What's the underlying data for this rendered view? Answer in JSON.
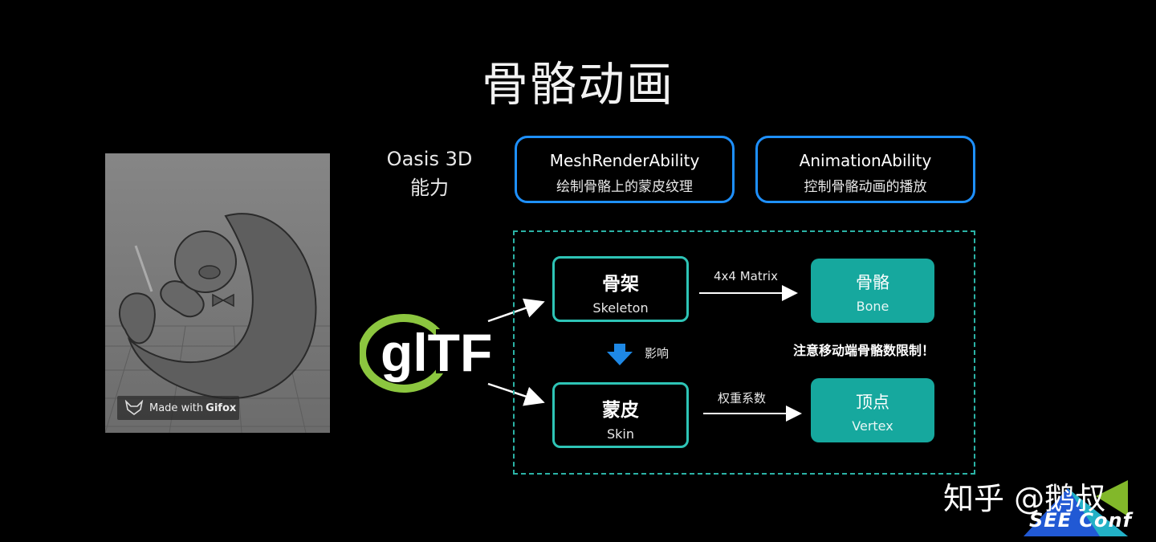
{
  "slide": {
    "title": "骨骼动画",
    "oasis_line1": "Oasis 3D",
    "oasis_line2": "能力"
  },
  "abilities": [
    {
      "name": "MeshRenderAbility",
      "desc": "绘制骨骼上的蒙皮纹理"
    },
    {
      "name": "AnimationAbility",
      "desc": "控制骨骼动画的播放"
    }
  ],
  "diagram": {
    "skeleton": {
      "zh": "骨架",
      "en": "Skeleton"
    },
    "skin": {
      "zh": "蒙皮",
      "en": "Skin"
    },
    "bone": {
      "zh": "骨骼",
      "en": "Bone"
    },
    "vertex": {
      "zh": "顶点",
      "en": "Vertex"
    },
    "matrix_label": "4x4 Matrix",
    "weight_label": "权重系数",
    "influence_label": "影响",
    "warning": "注意移动端骨骼数限制！",
    "gltf_logo_text": "glTF"
  },
  "gif_overlay": {
    "prefix": "Made with",
    "brand": "Gifox"
  },
  "watermark": {
    "zhihu": "知乎 @鹅叔",
    "conf": "SEE Conf"
  },
  "colors": {
    "ability_border": "#1e90ff",
    "diagram_teal": "#2ec4b6",
    "teal_fill": "#16a89e",
    "gltf_green": "#8cc63f"
  }
}
